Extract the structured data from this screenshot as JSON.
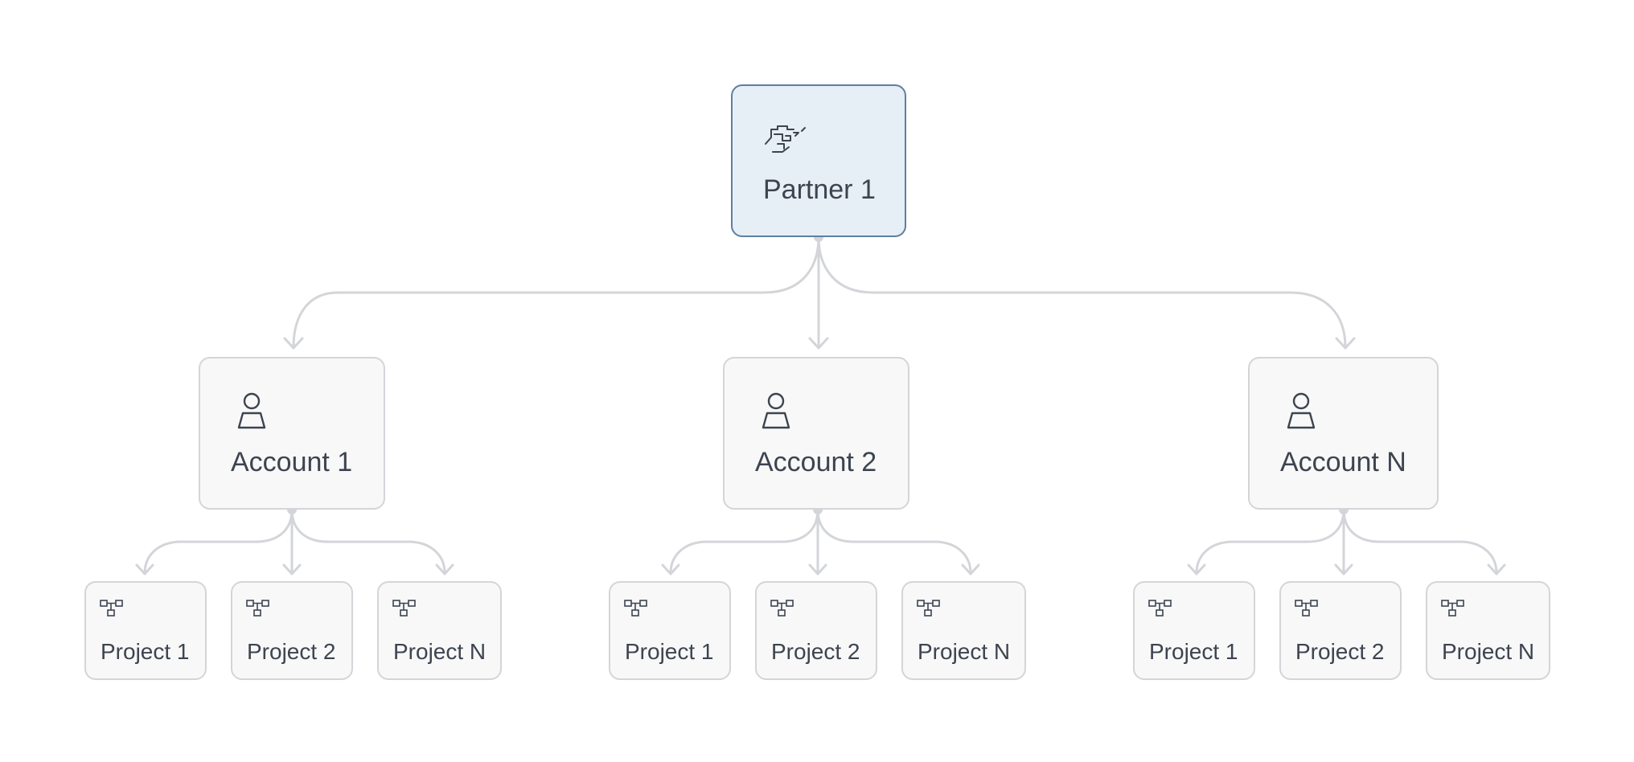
{
  "colors": {
    "connector": "#d3d5d9",
    "node_border": "#d3d5d9",
    "node_fill": "#f8f8f8",
    "partner_fill": "#e6eef6",
    "partner_border": "#5f7f9f",
    "text": "#3d4450"
  },
  "partner": {
    "label": "Partner 1",
    "icon": "handshake-icon"
  },
  "accounts": [
    {
      "label": "Account 1",
      "icon": "user-icon",
      "projects": [
        {
          "label": "Project 1",
          "icon": "hierarchy-icon"
        },
        {
          "label": "Project 2",
          "icon": "hierarchy-icon"
        },
        {
          "label": "Project N",
          "icon": "hierarchy-icon"
        }
      ]
    },
    {
      "label": "Account 2",
      "icon": "user-icon",
      "projects": [
        {
          "label": "Project 1",
          "icon": "hierarchy-icon"
        },
        {
          "label": "Project 2",
          "icon": "hierarchy-icon"
        },
        {
          "label": "Project N",
          "icon": "hierarchy-icon"
        }
      ]
    },
    {
      "label": "Account N",
      "icon": "user-icon",
      "projects": [
        {
          "label": "Project 1",
          "icon": "hierarchy-icon"
        },
        {
          "label": "Project 2",
          "icon": "hierarchy-icon"
        },
        {
          "label": "Project N",
          "icon": "hierarchy-icon"
        }
      ]
    }
  ]
}
